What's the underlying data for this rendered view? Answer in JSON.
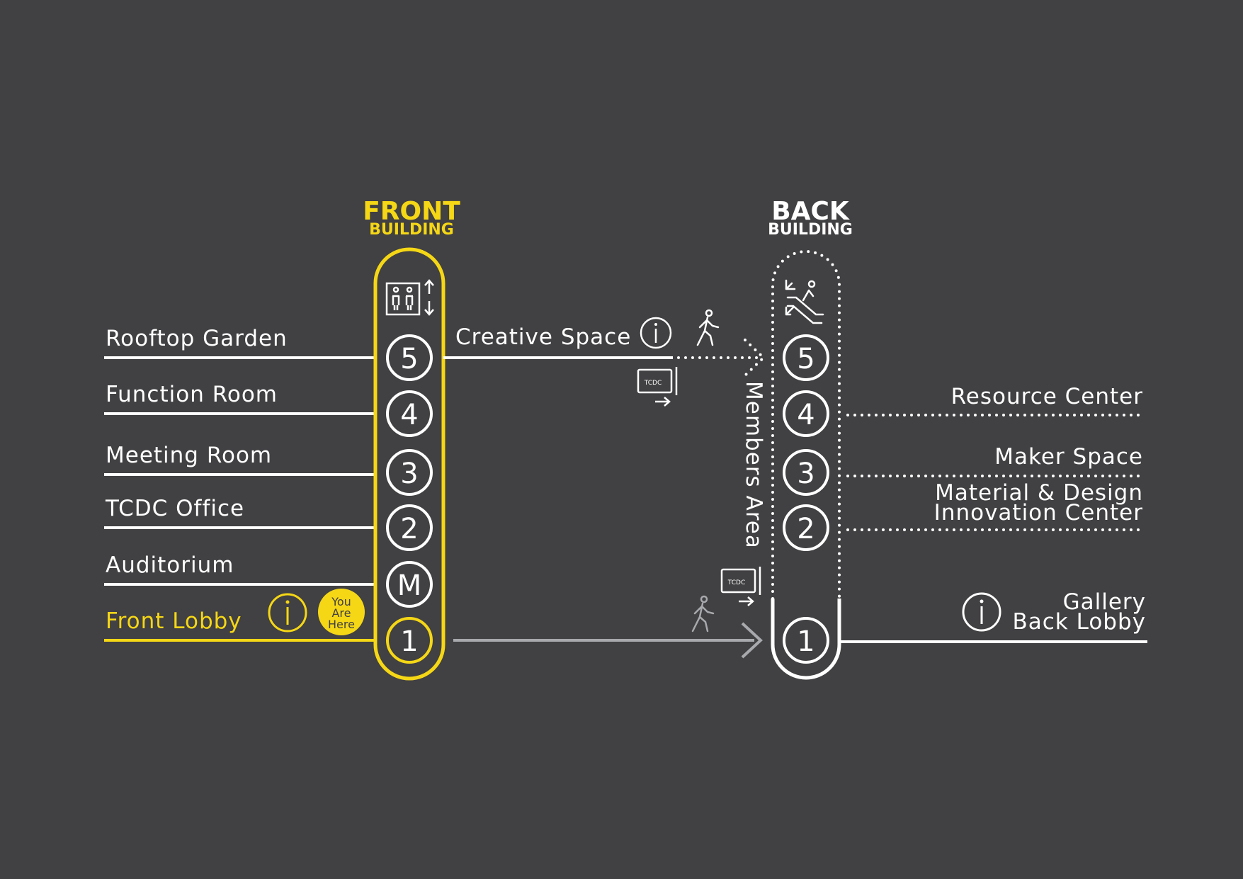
{
  "colors": {
    "background": "#414042",
    "accent": "#f5d716",
    "line": "#ffffff",
    "muted": "#a7a9ac"
  },
  "front_building": {
    "title": "FRONT",
    "subtitle": "BUILDING",
    "floors": [
      {
        "number": "5",
        "label": "Rooftop Garden"
      },
      {
        "number": "4",
        "label": "Function Room"
      },
      {
        "number": "3",
        "label": "Meeting Room"
      },
      {
        "number": "2",
        "label": "TCDC Office"
      },
      {
        "number": "M",
        "label": "Auditorium"
      },
      {
        "number": "1",
        "label": "Front Lobby"
      }
    ],
    "you_are_here": [
      "You",
      "Are",
      "Here"
    ],
    "icon": "elevator-icon"
  },
  "back_building": {
    "title": "BACK",
    "subtitle": "BUILDING",
    "floors": [
      {
        "number": "5"
      },
      {
        "number": "4",
        "label": "Resource Center"
      },
      {
        "number": "3",
        "label": "Maker Space"
      },
      {
        "number": "2",
        "label_line1": "Material & Design",
        "label_line2": "Innovation Center"
      },
      {
        "number": "1",
        "label_line1": "Gallery",
        "label_line2": "Back Lobby"
      }
    ],
    "icon": "escalator-icon"
  },
  "connectors": {
    "creative_space": "Creative Space",
    "members_area": "Members Area",
    "card_text": "TCDC"
  },
  "icons": [
    "info-icon",
    "walking-person-icon",
    "member-card-icon",
    "arrow-right-icon"
  ]
}
